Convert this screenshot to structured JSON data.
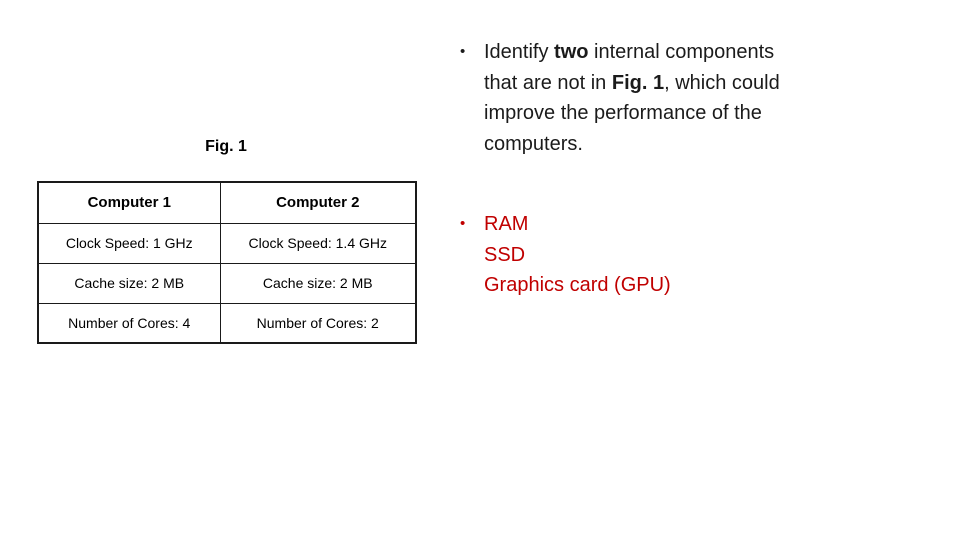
{
  "slide": {
    "figure": {
      "caption": "Fig. 1",
      "table": {
        "headers": [
          "Computer 1",
          "Computer 2"
        ],
        "rows": [
          [
            "Clock Speed: 1 GHz",
            "Clock Speed: 1.4 GHz"
          ],
          [
            "Cache size: 2 MB",
            "Cache size: 2 MB"
          ],
          [
            "Number of Cores: 4",
            "Number of Cores: 2"
          ]
        ]
      }
    },
    "question": {
      "bullet": "•",
      "lines": [
        {
          "segments": [
            {
              "text": "Identify "
            },
            {
              "text": "two"
            },
            {
              "text": " internal components"
            }
          ]
        },
        {
          "segments": [
            {
              "text": "that are not in "
            },
            {
              "text": "Fig. 1"
            },
            {
              "text": ", which could"
            }
          ]
        },
        {
          "segments": [
            {
              "text": "improve the performance of the"
            }
          ]
        },
        {
          "segments": [
            {
              "text": "computers."
            }
          ]
        }
      ]
    },
    "answer": {
      "bullet": "•",
      "lines": [
        "RAM",
        "SSD",
        "Graphics card (GPU)"
      ]
    }
  },
  "colors": {
    "answer_red": "#C00000",
    "text_black": "#1b1b1b",
    "table_border": "#1a1a1a"
  }
}
